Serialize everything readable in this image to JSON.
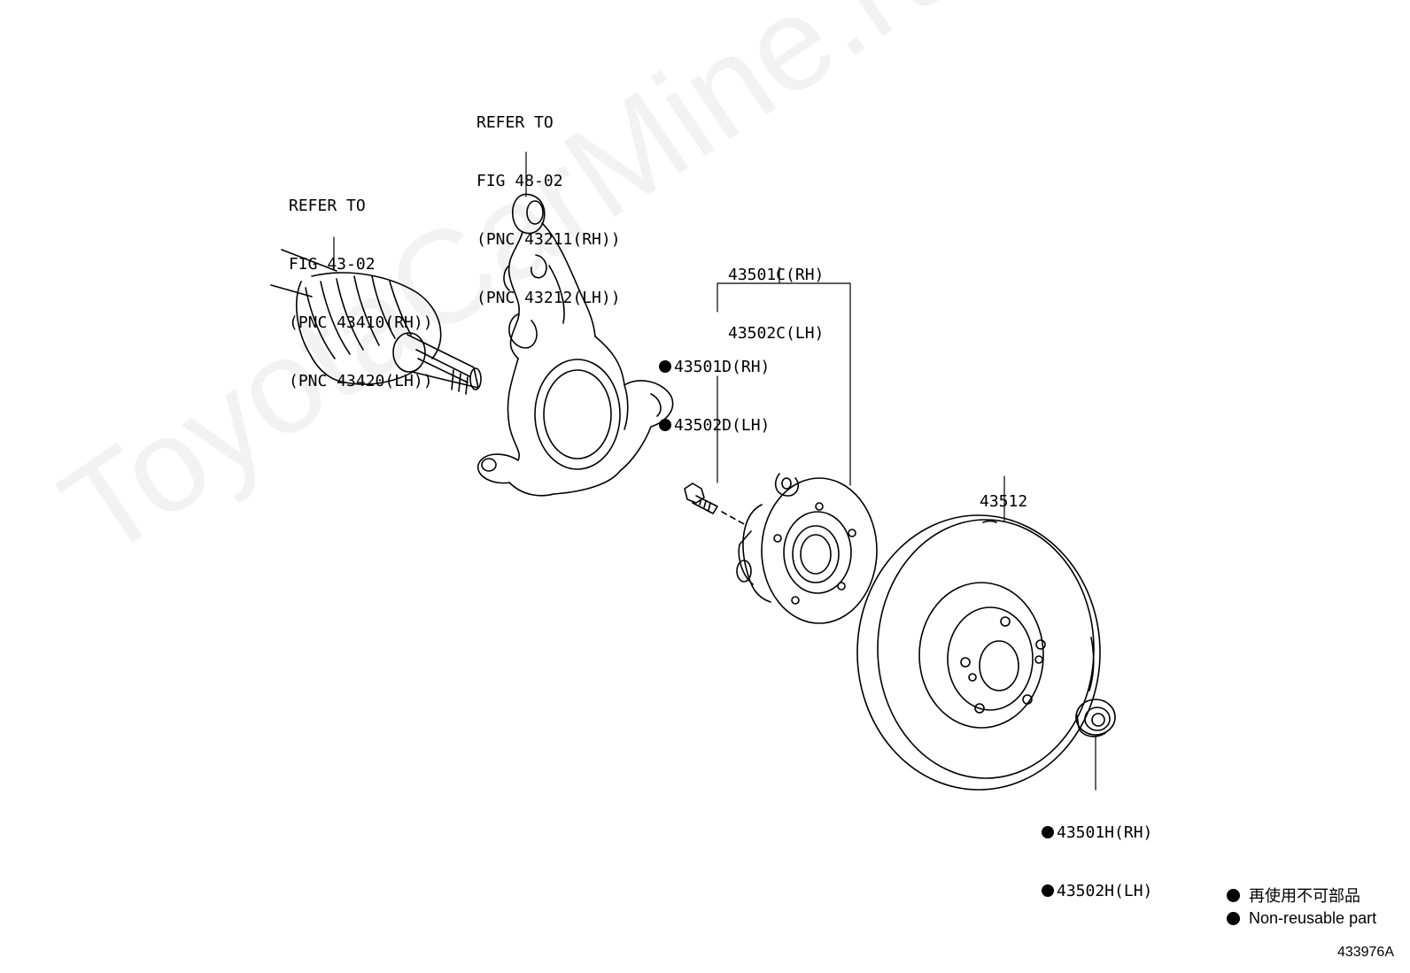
{
  "watermark": "ToyotaCarMine.ru",
  "callouts": {
    "driveshaft": [
      "REFER TO",
      "FIG 43-02",
      "(PNC 43410(RH))",
      "(PNC 43420(LH))"
    ],
    "knuckle": [
      "REFER TO",
      "FIG 48-02",
      "(PNC 43211(RH))",
      "(PNC 43212(LH))"
    ],
    "hub_assembly": [
      "43501C(RH)",
      "43502C(LH)"
    ],
    "hub_bolt": [
      "43501D(RH)",
      "43502D(LH)"
    ],
    "disc": [
      "43512"
    ],
    "nut": [
      "43501H(RH)",
      "43502H(LH)"
    ]
  },
  "legend": {
    "jp": "再使用不可部品",
    "en": "Non-reusable part"
  },
  "figure_number": "433976A",
  "colors": {
    "line": "#000000",
    "watermark": "#e6e6e6"
  }
}
